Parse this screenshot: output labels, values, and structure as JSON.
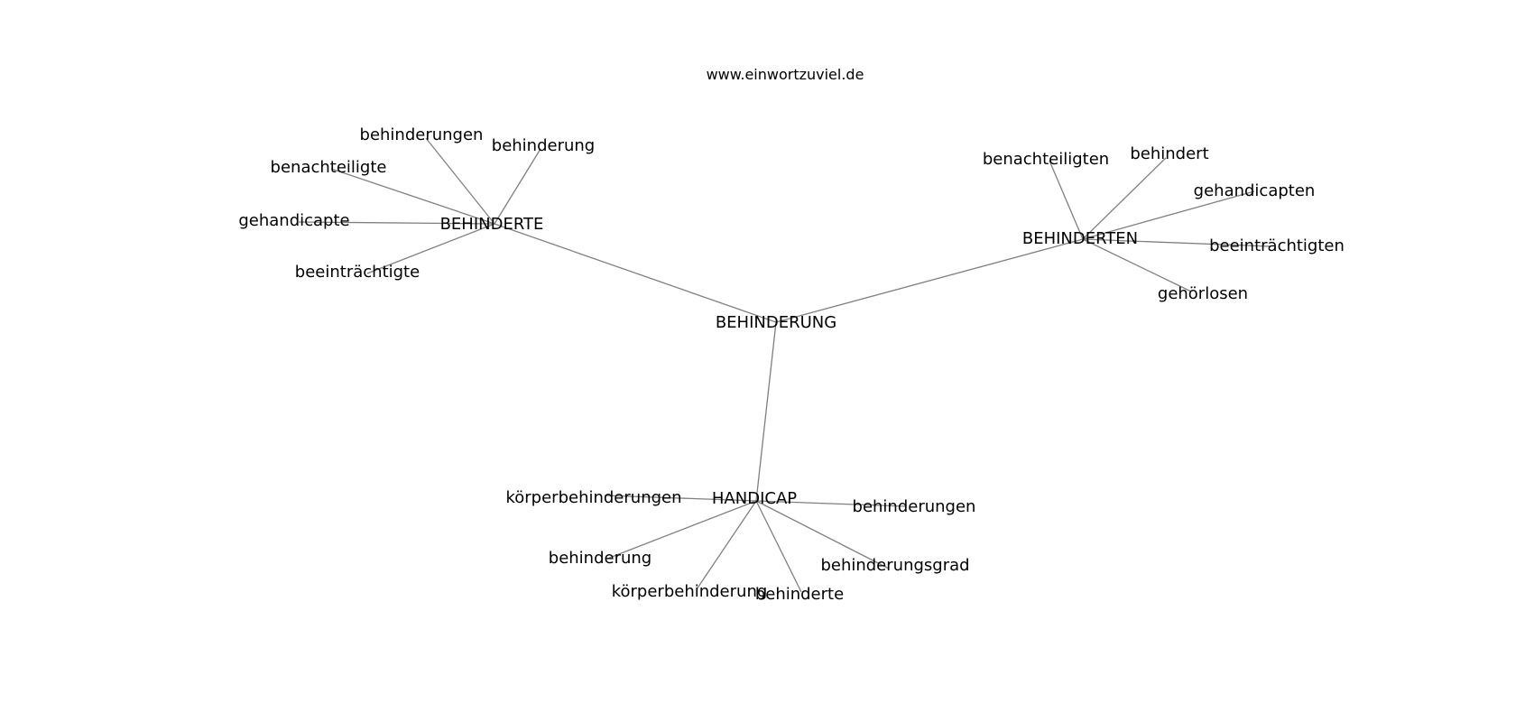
{
  "site": "www.einwortzuviel.de",
  "root": "BEHINDERUNG",
  "clusters": [
    {
      "hub": "BEHINDERTE",
      "leaves": [
        "behinderungen",
        "behinderung",
        "benachteiligte",
        "gehandicapte",
        "beeinträchtigte"
      ]
    },
    {
      "hub": "BEHINDERTEN",
      "leaves": [
        "benachteiligten",
        "behindert",
        "gehandicapten",
        "beeinträchtigten",
        "gehörlosen"
      ]
    },
    {
      "hub": "HANDICAP",
      "leaves": [
        "körperbehinderungen",
        "behinderungen",
        "behinderung",
        "behinderungsgrad",
        "körperbehinderung",
        "behinderte"
      ]
    }
  ]
}
